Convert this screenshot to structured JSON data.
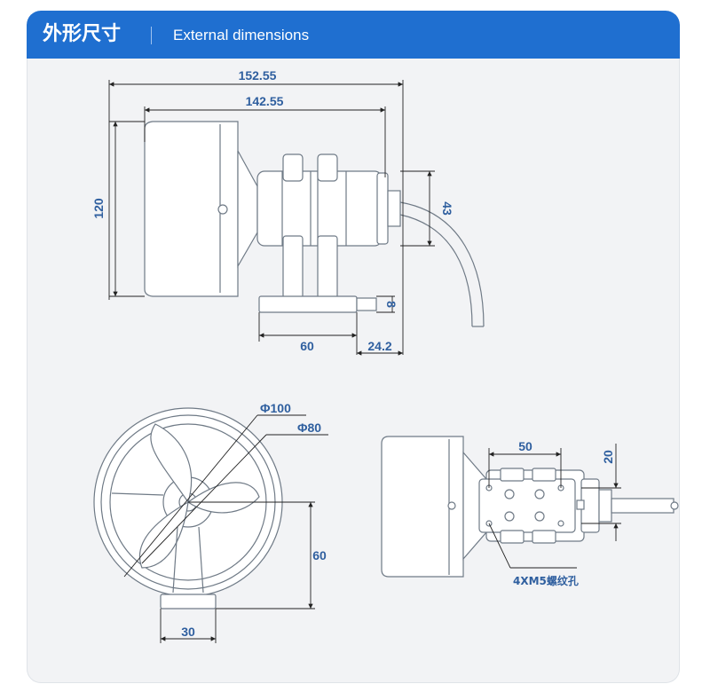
{
  "header": {
    "title_cn": "外形尺寸",
    "title_en": "External dimensions"
  },
  "dimensions": {
    "total_length": "152.55",
    "body_length": "142.55",
    "height": "120",
    "outlet_diameter": "43",
    "base_thickness": "8",
    "base_length": "60",
    "base_offset": "24.2",
    "duct_outer": "Φ100",
    "duct_inner": "Φ80",
    "axis_height": "60",
    "mount_width": "30",
    "hole_spacing_x": "50",
    "hole_spacing_y": "20",
    "hole_label": "4XM5螺纹孔"
  },
  "colors": {
    "header": "#1f6fd0",
    "dimension_text": "#2f5f9f",
    "outline": "#6f7a86",
    "background": "#f2f3f5"
  }
}
